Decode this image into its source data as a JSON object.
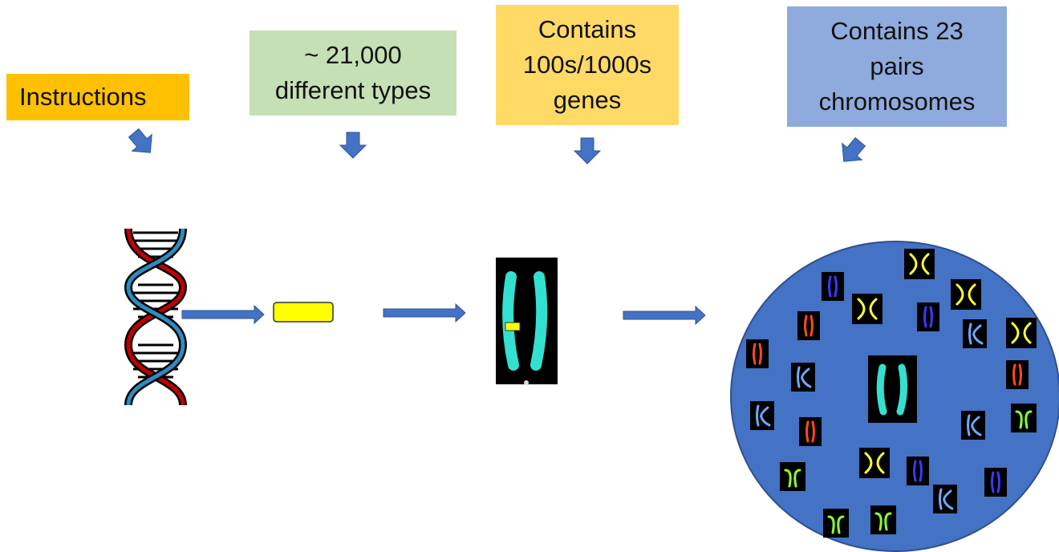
{
  "labels": {
    "instructions": "Instructions",
    "types": "~ 21,000\ndifferent types",
    "genes": "Contains\n100s/1000s\ngenes",
    "chromosomes": "Contains 23\npairs\nchromosomes"
  },
  "colors": {
    "instructions_box": "#ffc000",
    "types_box": "#c5e0b4",
    "genes_box": "#ffd966",
    "chromosomes_box": "#8faadc",
    "arrow": "#4472c4",
    "nucleus": "#4472c4",
    "gene": "#ffff00",
    "chromosome_cyan": "#33e0d0",
    "dna_red": "#c00000",
    "dna_blue": "#2e8bc0"
  },
  "icons": [
    "dna-helix-icon",
    "gene-icon",
    "chromosome-icon",
    "nucleus-icon"
  ]
}
